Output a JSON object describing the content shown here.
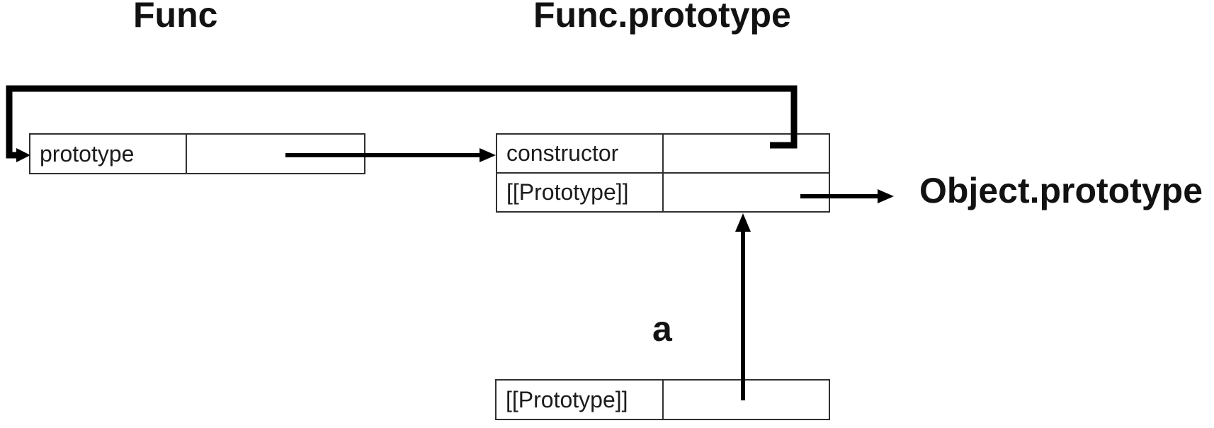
{
  "labels": {
    "func": "Func",
    "func_prototype": "Func.prototype",
    "object_prototype": "Object.prototype",
    "instance_a": "a"
  },
  "boxes": {
    "func": {
      "rows": [
        {
          "key": "prototype",
          "value": ""
        }
      ]
    },
    "func_prototype": {
      "rows": [
        {
          "key": "constructor",
          "value": ""
        },
        {
          "key": "[[Prototype]]",
          "value": ""
        }
      ]
    },
    "instance_a": {
      "rows": [
        {
          "key": "[[Prototype]]",
          "value": ""
        }
      ]
    }
  },
  "edges": [
    {
      "name": "func-prototype-property-to-funcprototype-object",
      "from": "Func.prototype (property slot)",
      "to": "Func.prototype object",
      "style": "thin-arrow"
    },
    {
      "name": "constructor-property-to-func-object",
      "from": "Func.prototype.constructor (slot)",
      "to": "Func object",
      "style": "thick-arrow-loop"
    },
    {
      "name": "funcprototype-proto-slot-to-object-prototype",
      "from": "Func.prototype.[[Prototype]] (slot)",
      "to": "Object.prototype",
      "style": "thin-arrow"
    },
    {
      "name": "a-proto-slot-to-funcprototype-object",
      "from": "a.[[Prototype]] (slot)",
      "to": "Func.prototype object",
      "style": "thin-arrow"
    }
  ],
  "colors": {
    "background": "#ffffff",
    "arrow": "#000000",
    "box_border": "#303030",
    "text": "#161616"
  }
}
